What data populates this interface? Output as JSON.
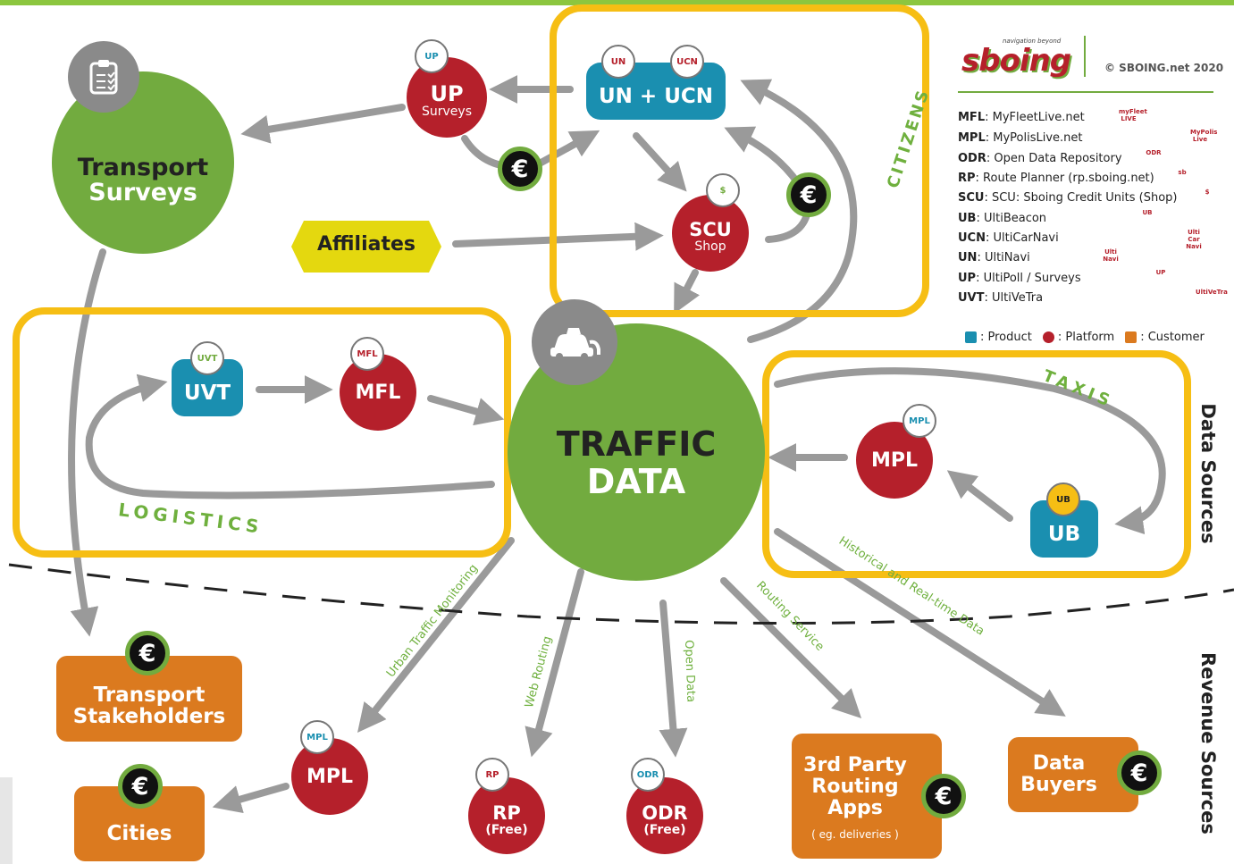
{
  "colors": {
    "platform_red": "#b5202b",
    "product_blue": "#1a8fb0",
    "customer_orange": "#db7a1f",
    "accent_green": "#72ab3f",
    "frame_yellow": "#f6be14",
    "arrow_gray": "#9a9a9a",
    "affiliates_yellow": "#e4d80f"
  },
  "nodes": {
    "transport_surveys": {
      "line1": "Transport",
      "line2": "Surveys"
    },
    "up": {
      "title": "UP",
      "sub": "Surveys"
    },
    "un_ucn": {
      "title": "UN + UCN"
    },
    "scu": {
      "title": "SCU",
      "sub": "Shop"
    },
    "affiliates": {
      "title": "Affiliates"
    },
    "traffic_data": {
      "line1": "TRAFFIC",
      "line2": "DATA"
    },
    "uvt": {
      "title": "UVT"
    },
    "mfl": {
      "title": "MFL"
    },
    "mpl_taxi": {
      "title": "MPL"
    },
    "ub": {
      "title": "UB"
    },
    "transport_stakeholders": {
      "line1": "Transport",
      "line2": "Stakeholders"
    },
    "cities": {
      "title": "Cities"
    },
    "mpl_bottom": {
      "title": "MPL"
    },
    "rp": {
      "title": "RP",
      "sub": "(Free)"
    },
    "odr": {
      "title": "ODR",
      "sub": "(Free)"
    },
    "third_party": {
      "line1": "3rd Party",
      "line1_sup": "rd",
      "line2": "Routing",
      "line3": "Apps",
      "note": "( eg. deliveries )"
    },
    "data_buyers": {
      "line1": "Data",
      "line2": "Buyers"
    }
  },
  "euro_symbol": "€",
  "group_labels": {
    "citizens": "CITIZENS",
    "logistics": "LOGISTICS",
    "taxis": "TAXIS"
  },
  "flow_labels": {
    "urban_traffic": "Urban Traffic Monitoring",
    "web_routing": "Web Routing",
    "open_data": "Open Data",
    "routing_service": "Routing Service",
    "historical": "Historical and Real-time Data"
  },
  "side_labels": {
    "data_sources": "Data Sources",
    "revenue_sources": "Revenue Sources"
  },
  "header": {
    "logo_text": "sboing",
    "logo_tagline": "navigation beyond",
    "copyright": "© SBOING.net 2020"
  },
  "legend": {
    "items": [
      {
        "abbr": "MFL",
        "desc": ": MyFleetLive.net",
        "icon": "myfleet-live-icon",
        "icon_text": "myFleet LIVE"
      },
      {
        "abbr": "MPL",
        "desc": ": MyPolisLive.net",
        "icon": "mypolis-live-icon",
        "icon_text": "MyPolis Live"
      },
      {
        "abbr": "ODR",
        "desc": ": Open Data Repository",
        "icon": "odr-cloud-icon",
        "icon_text": "ODR"
      },
      {
        "abbr": "RP",
        "desc": ": Route Planner (rp.sboing.net)",
        "icon": "route-planner-icon",
        "icon_text": "sb"
      },
      {
        "abbr": "SCU",
        "desc": ": SCU: Sboing Credit Units (Shop)",
        "icon": "shop-cart-icon",
        "icon_text": "$"
      },
      {
        "abbr": "UB",
        "desc": ": UltiBeacon",
        "icon": "ultibeacon-icon",
        "icon_text": "UB"
      },
      {
        "abbr": "UCN",
        "desc": ": UltiCarNavi",
        "icon": "ulticarnavi-icon",
        "icon_text": "Ulti Car Navi"
      },
      {
        "abbr": "UN",
        "desc": ": UltiNavi",
        "icon": "ultinavi-icon",
        "icon_text": "Ulti Navi"
      },
      {
        "abbr": "UP",
        "desc": ": UltiPoll / Surveys",
        "icon": "ultipoll-icon",
        "icon_text": "UP"
      },
      {
        "abbr": "UVT",
        "desc": ": UltiVeTra",
        "icon": "ultivetra-icon",
        "icon_text": "UltiVeTra"
      }
    ],
    "key": [
      {
        "label": ": Product",
        "color": "#1a8fb0"
      },
      {
        "label": ": Platform",
        "color": "#b5202b"
      },
      {
        "label": ": Customer",
        "color": "#db7a1f"
      }
    ]
  }
}
